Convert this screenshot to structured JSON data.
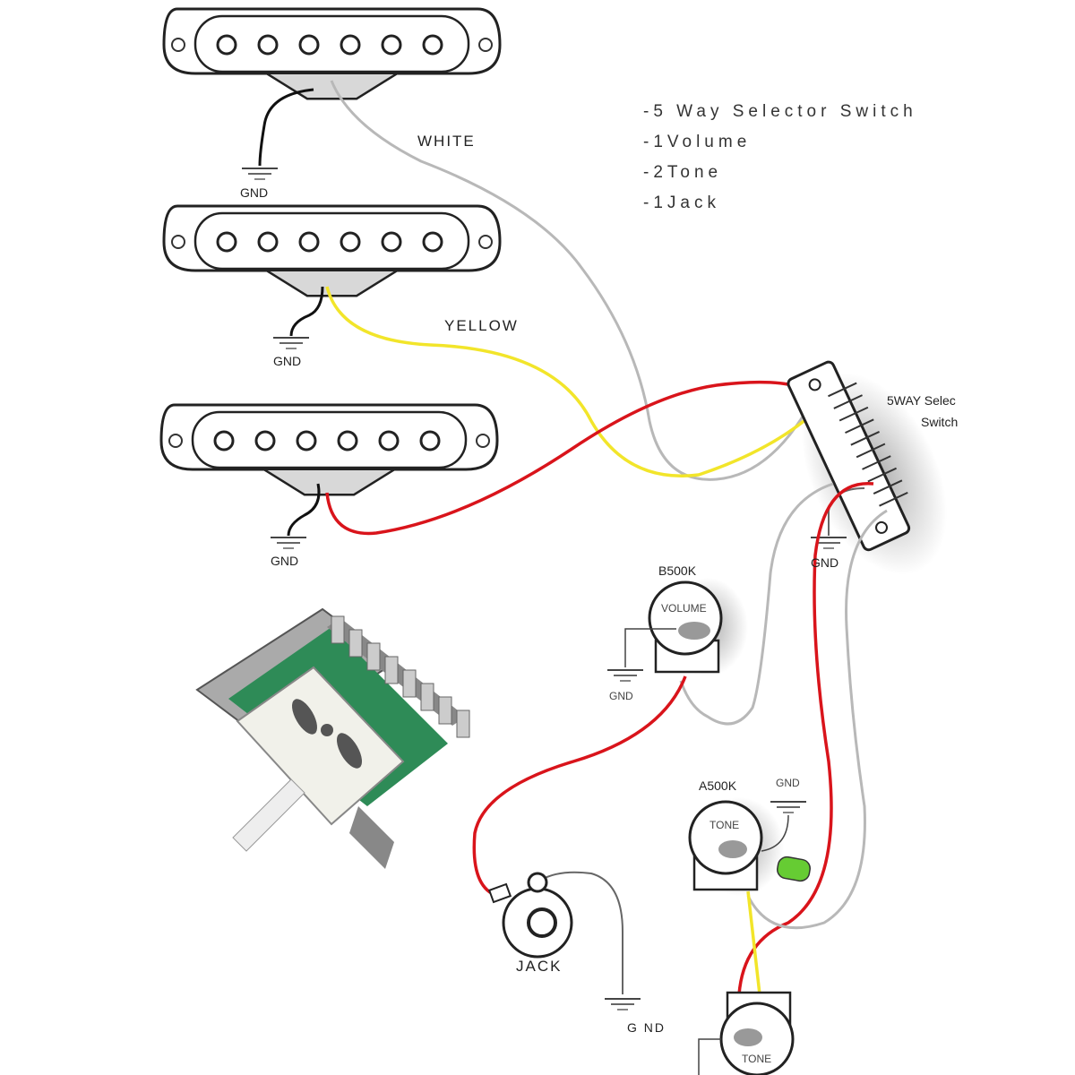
{
  "parts_list": [
    "-5 Way Selector Switch",
    "-1Volume",
    "-2Tone",
    "-1Jack"
  ],
  "wire_labels": {
    "white": "WHITE",
    "yellow": "YELLOW"
  },
  "ground_label": "GND",
  "jack_ground_label": "G ND",
  "switch_label": [
    "5WAY Selec",
    "Switch"
  ],
  "volume": {
    "value": "B500K",
    "label": "VOLUME"
  },
  "tone1": {
    "value": "A500K",
    "label": "TONE"
  },
  "tone2": {
    "label": "TONE"
  },
  "jack_label": "JACK",
  "colors": {
    "white_wire": "#b8b8b8",
    "yellow_wire": "#f2e52a",
    "red_wire": "#d9141b",
    "black_wire": "#111111",
    "capacitor": "#66cc33",
    "pcb": "#2e8b57"
  }
}
